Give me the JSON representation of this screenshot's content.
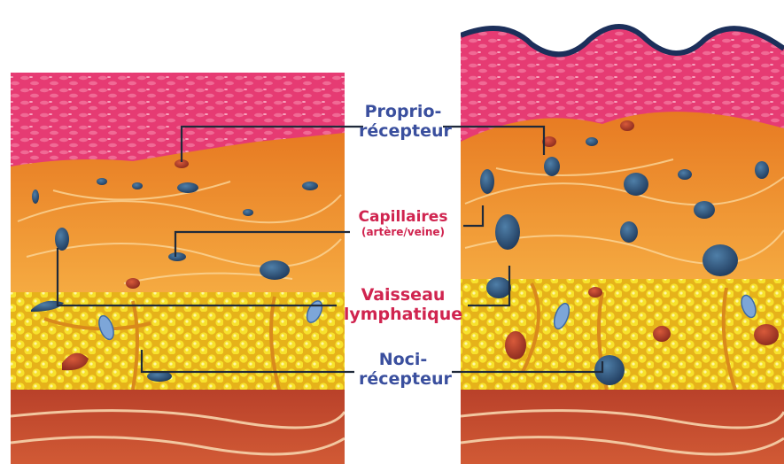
{
  "labels": {
    "proprio": {
      "line1": "Proprio-",
      "line2": "récepteur"
    },
    "capillaires": {
      "line1": "Capillaires",
      "line2": "(artère/veine)"
    },
    "lymphatique": {
      "line1": "Vaisseau",
      "line2": "lymphatique"
    },
    "noci": {
      "line1": "Noci-",
      "line2": "récepteur"
    }
  },
  "colors": {
    "epidermis": "#e63b73",
    "dermis": "#f0952e",
    "fat": "#f4dc24",
    "muscle": "#c44a2c",
    "receptor": "#2d4f7a",
    "capillary_red": "#b43a2a",
    "lymph": "#7da6d8",
    "label_blue": "#3a4f9e",
    "label_red": "#d0244f",
    "leader_line": "#1f2a3a"
  },
  "panels": [
    "normal",
    "swollen"
  ]
}
